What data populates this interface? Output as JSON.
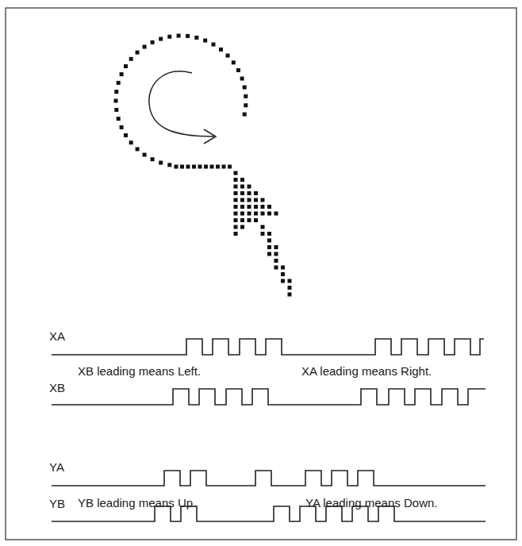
{
  "diagram": {
    "labels": [
      "XA",
      "XB leading means Left.",
      "XA leading means Right.",
      "XB",
      "YA",
      "YB leading means Up.",
      "YA leading means Down.",
      "YB"
    ]
  }
}
